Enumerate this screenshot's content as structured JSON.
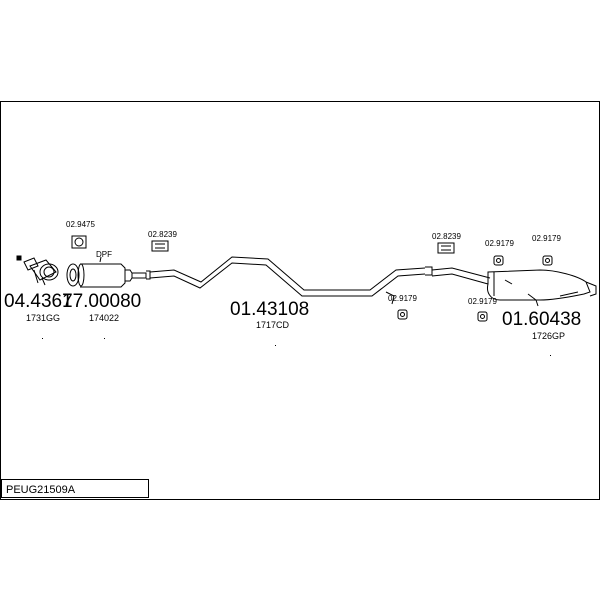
{
  "diagram_code": "PEUG21509A",
  "components": {
    "catalyst": {
      "part_number": "04.4367",
      "ref": "1731GG"
    },
    "dpf": {
      "part_number": "17.00080",
      "ref": "174022",
      "tag": "DPF",
      "gasket": "02.9475"
    },
    "middle_pipe": {
      "part_number": "01.43108",
      "ref": "1717CD",
      "clamp": "02.8239"
    },
    "rear_section": {
      "part_number": "01.60438",
      "ref": "1726GP",
      "clamp": "02.8239"
    }
  },
  "hangers": {
    "h_mid_pipe": "02.9179",
    "h_rear_top_1": "02.9179",
    "h_rear_top_2": "02.9179",
    "h_rear_bottom": "02.9179"
  }
}
